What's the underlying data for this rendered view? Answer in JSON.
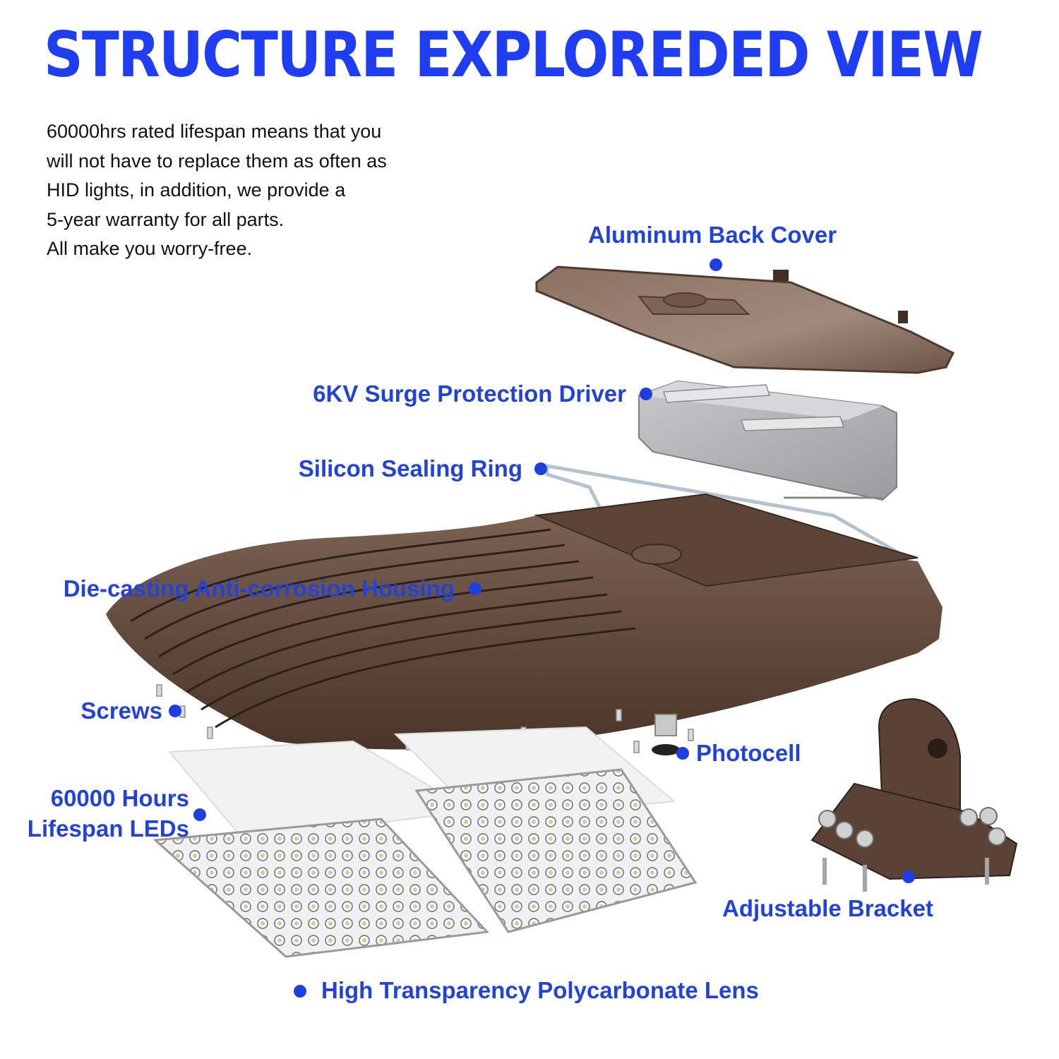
{
  "title": "STRUCTURE EXPLOREDED VIEW",
  "intro": [
    "60000hrs rated lifespan means that you",
    "will not have to replace them as often as",
    "HID lights, in addition, we provide a",
    "5-year warranty for all parts.",
    "All make you worry-free."
  ],
  "labels": {
    "back_cover": "Aluminum Back Cover",
    "driver": "6KV Surge Protection Driver",
    "sealing_ring": "Silicon Sealing Ring",
    "housing": "Die-casting Anti-corrosion Housing",
    "screws": "Screws",
    "photocell": "Photocell",
    "leds_line1": "60000 Hours",
    "leds_line2": "Lifespan LEDs",
    "bracket": "Adjustable Bracket",
    "lens": "High Transparency Polycarbonate Lens"
  },
  "colors": {
    "title": "#1f3df2",
    "label": "#2343d8",
    "dot": "#1e3fe0",
    "housing": "#5a4336",
    "driver": "#b9b9bd"
  }
}
